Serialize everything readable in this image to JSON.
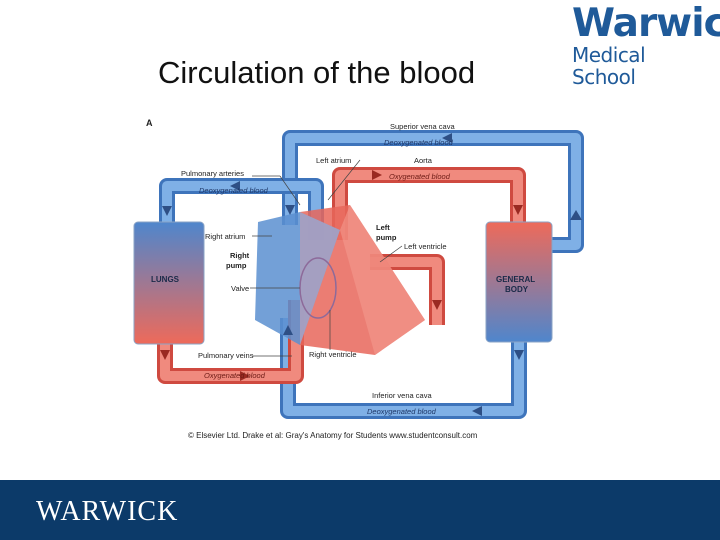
{
  "header": {
    "title": "Circulation of the blood",
    "logo_line1": "Warwick",
    "logo_line2": "Medical School"
  },
  "diagram": {
    "panel_letter": "A",
    "superior_vena_cava": "Superior vena cava",
    "deoxygenated_top": "Deoxygenated blood",
    "left_atrium": "Left atrium",
    "aorta": "Aorta",
    "pulmonary_arteries": "Pulmonary arteries",
    "deoxygenated_left": "Deoxygenated blood",
    "oxygenated_aorta": "Oxygenated blood",
    "left_pump_1": "Left",
    "left_pump_2": "pump",
    "right_atrium": "Right atrium",
    "left_ventricle": "Left ventricle",
    "right_pump_1": "Right",
    "right_pump_2": "pump",
    "lungs": "LUNGS",
    "general_body_1": "GENERAL",
    "general_body_2": "BODY",
    "valve": "Valve",
    "right_ventricle": "Right ventricle",
    "pulmonary_veins": "Pulmonary veins",
    "oxygenated_bottom": "Oxygenated blood",
    "inferior_vena_cava": "Inferior vena cava",
    "deoxygenated_bottom": "Deoxygenated blood",
    "copyright": "© Elsevier Ltd. Drake et al: Gray's Anatomy for Students www.studentconsult.com"
  },
  "footer": {
    "logo": "WARWICK"
  },
  "colors": {
    "blue_vessel": "#5b8fd0",
    "red_vessel": "#e8665a",
    "footer_bg": "#0c3a69",
    "brand_blue": "#1f5a99"
  }
}
